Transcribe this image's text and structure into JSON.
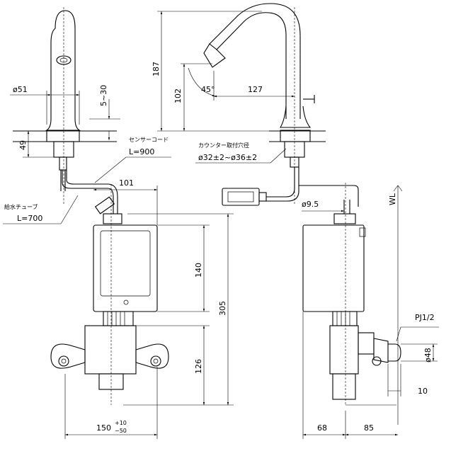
{
  "dimensions": {
    "spout_width": "ø51",
    "gap": "5~30",
    "deck_height": "49",
    "total_height": "187",
    "spout_height": "102",
    "spout_angle": "45°",
    "reach": "127",
    "box_width": "101",
    "box_height": "140",
    "overall_height": "305",
    "valve_height": "126",
    "pipe_dia": "ø9.5",
    "pj_dia": "ø48",
    "pj_offset": "10",
    "width_main": "150",
    "tol_plus": "+10",
    "tol_minus": "−50",
    "depth_a": "68",
    "depth_b": "85"
  },
  "labels": {
    "sensor_cord": "センサーコード",
    "sensor_len": "L=900",
    "counter_hole": "カウンター取付穴径",
    "counter_dia": "ø32±2~ø36±2",
    "supply_tube": "給水チューブ",
    "supply_len": "L=700",
    "pj": "PJ1/2",
    "wl": "WL"
  }
}
